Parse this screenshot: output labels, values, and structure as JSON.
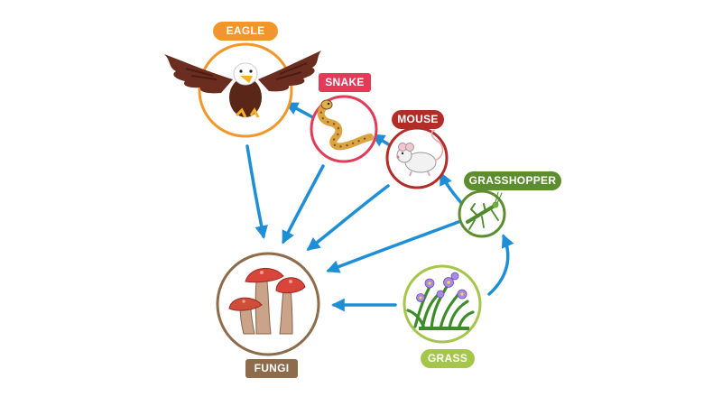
{
  "diagram": {
    "nodes": [
      {
        "id": "eagle",
        "label": "EAGLE",
        "color": "#f2962a"
      },
      {
        "id": "snake",
        "label": "SNAKE",
        "color": "#e23a57"
      },
      {
        "id": "mouse",
        "label": "MOUSE",
        "color": "#b32d28"
      },
      {
        "id": "grasshopper",
        "label": "GRASSHOPPER",
        "color": "#5c8d2e"
      },
      {
        "id": "grass",
        "label": "GRASS",
        "color": "#a5c64a"
      },
      {
        "id": "fungi",
        "label": "FUNGI",
        "color": "#8e6b4a"
      }
    ],
    "edges": [
      {
        "from": "grass",
        "to": "grasshopper"
      },
      {
        "from": "grasshopper",
        "to": "mouse"
      },
      {
        "from": "mouse",
        "to": "snake"
      },
      {
        "from": "snake",
        "to": "eagle"
      },
      {
        "from": "eagle",
        "to": "fungi"
      },
      {
        "from": "snake",
        "to": "fungi"
      },
      {
        "from": "mouse",
        "to": "fungi"
      },
      {
        "from": "grasshopper",
        "to": "fungi"
      },
      {
        "from": "grass",
        "to": "fungi"
      }
    ],
    "arrow_color": "#1e8fd6"
  }
}
